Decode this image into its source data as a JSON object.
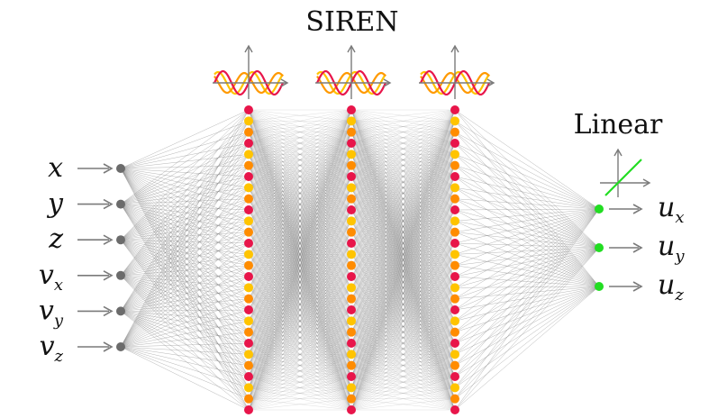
{
  "title": "SIREN",
  "output_layer_label": "Linear",
  "inputs": [
    {
      "main": "x",
      "sub": ""
    },
    {
      "main": "y",
      "sub": ""
    },
    {
      "main": "z",
      "sub": ""
    },
    {
      "main": "v",
      "sub": "x"
    },
    {
      "main": "v",
      "sub": "y"
    },
    {
      "main": "v",
      "sub": "z"
    }
  ],
  "outputs": [
    {
      "main": "u",
      "sub": "x"
    },
    {
      "main": "u",
      "sub": "y"
    },
    {
      "main": "u",
      "sub": "z"
    }
  ],
  "hidden_layers": 3,
  "neurons_per_hidden_layer": 28,
  "colors": {
    "input_node": "#6b6b6b",
    "output_node": "#22dd22",
    "hidden_palette": [
      "#e8154a",
      "#ff8c00",
      "#ffc400"
    ],
    "edge": "#7a7a7a",
    "sine_red": "#e8154a",
    "sine_orange": "#ff9900",
    "sine_yellow": "#ffc400",
    "linear_line": "#22dd22"
  }
}
